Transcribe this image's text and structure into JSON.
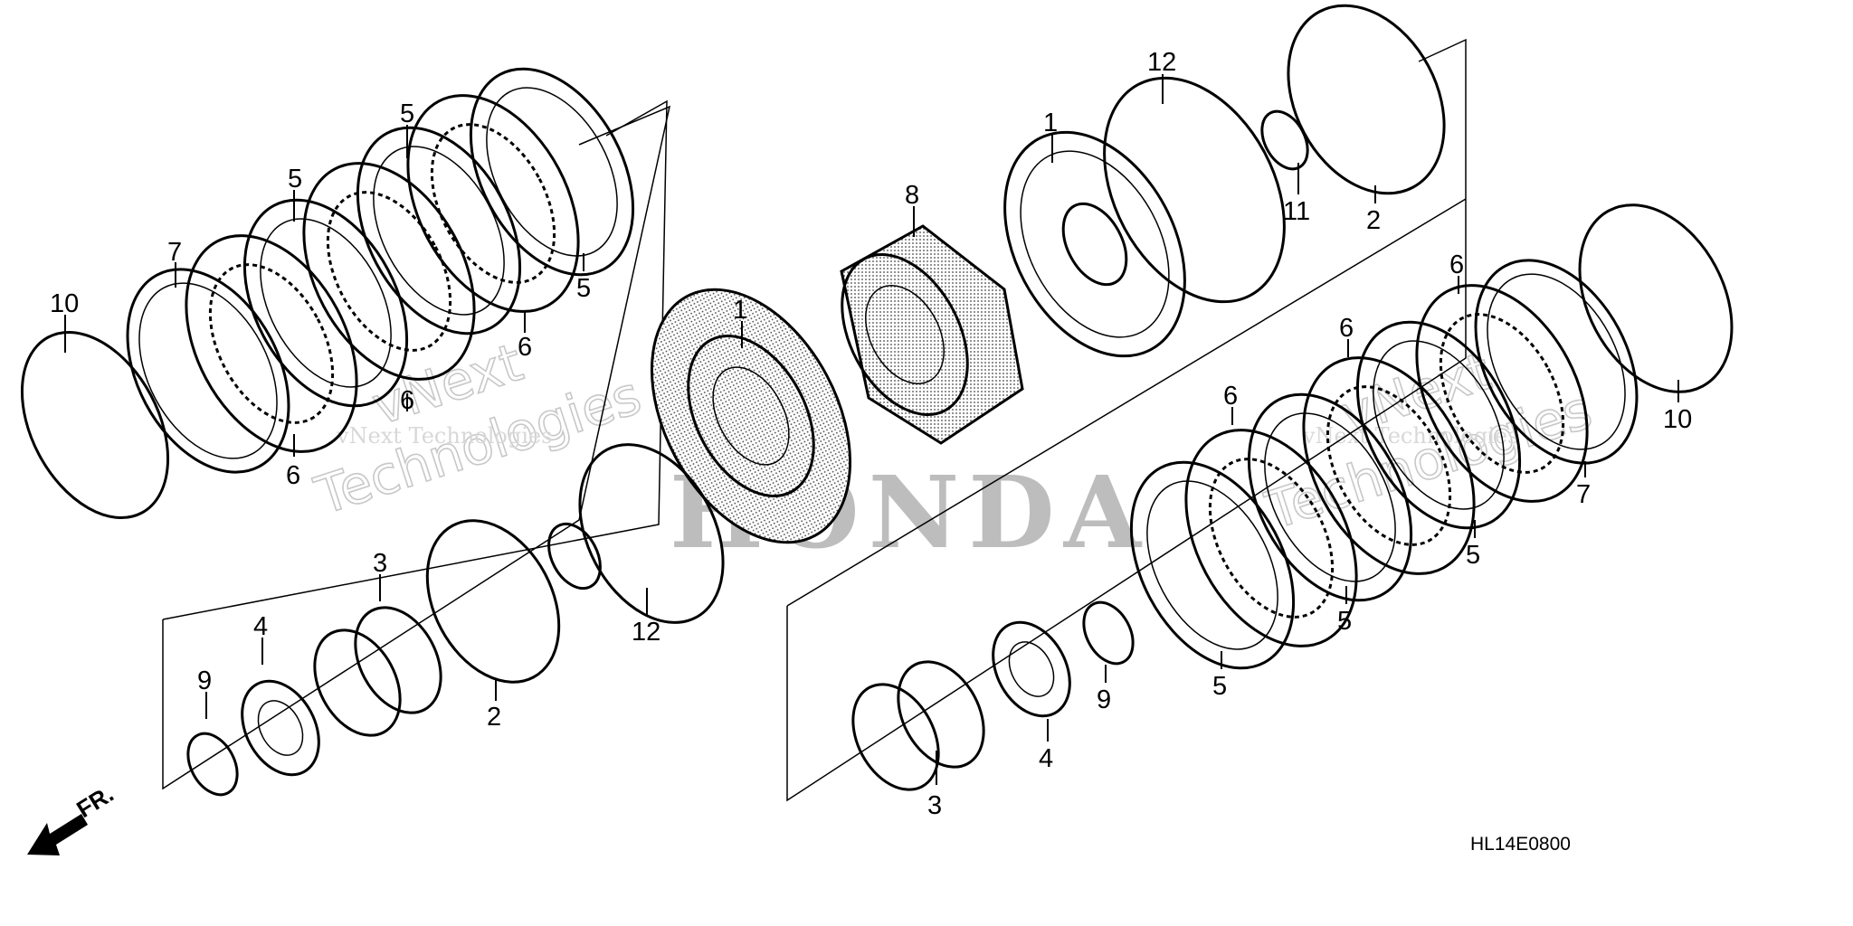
{
  "diagram": {
    "drawing_code": "HL14E0800",
    "front_marker": "FR.",
    "watermark_line1": "vNext",
    "watermark_line2": "Technologies",
    "watermark_small": "vNext Technologies",
    "background_logo": "HONDA",
    "callouts": [
      "1",
      "1",
      "2",
      "2",
      "3",
      "3",
      "4",
      "4",
      "5",
      "5",
      "5",
      "5",
      "5",
      "5",
      "6",
      "6",
      "6",
      "6",
      "6",
      "6",
      "7",
      "7",
      "8",
      "9",
      "9",
      "10",
      "10",
      "11",
      "12",
      "12"
    ]
  },
  "colors": {
    "line": "#000000",
    "watermark": "#c8c8c8",
    "logo": "#bdbdbd",
    "background": "#ffffff"
  }
}
